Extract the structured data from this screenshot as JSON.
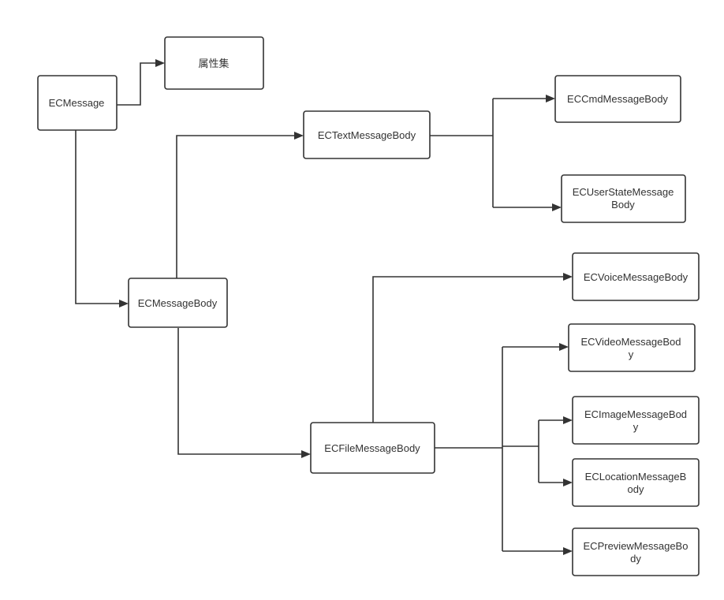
{
  "nodes": {
    "ecmessage": {
      "lines": [
        "ECMessage"
      ]
    },
    "attr_set": {
      "lines": [
        "属性集"
      ]
    },
    "ecmessagebody": {
      "lines": [
        "ECMessageBody"
      ]
    },
    "ectextmessagebody": {
      "lines": [
        "ECTextMessageBody"
      ]
    },
    "eccmdmessagebody": {
      "lines": [
        "ECCmdMessageBody"
      ]
    },
    "ecuserstatemessagebody": {
      "lines": [
        "ECUserStateMessage",
        "Body"
      ]
    },
    "ecfilemessagebody": {
      "lines": [
        "ECFileMessageBody"
      ]
    },
    "ecvoicemessagebody": {
      "lines": [
        "ECVoiceMessageBody"
      ]
    },
    "ecvideomessagebody": {
      "lines": [
        "ECVideoMessageBod",
        "y"
      ]
    },
    "ecimagemessagebody": {
      "lines": [
        "ECImageMessageBod",
        "y"
      ]
    },
    "eclocationmessagebody": {
      "lines": [
        "ECLocationMessageB",
        "ody"
      ]
    },
    "ecpreviewmessagebody": {
      "lines": [
        "ECPreviewMessageBo",
        "dy"
      ]
    }
  },
  "colors": {
    "stroke": "#333333",
    "background": "#ffffff",
    "text": "#333333"
  }
}
